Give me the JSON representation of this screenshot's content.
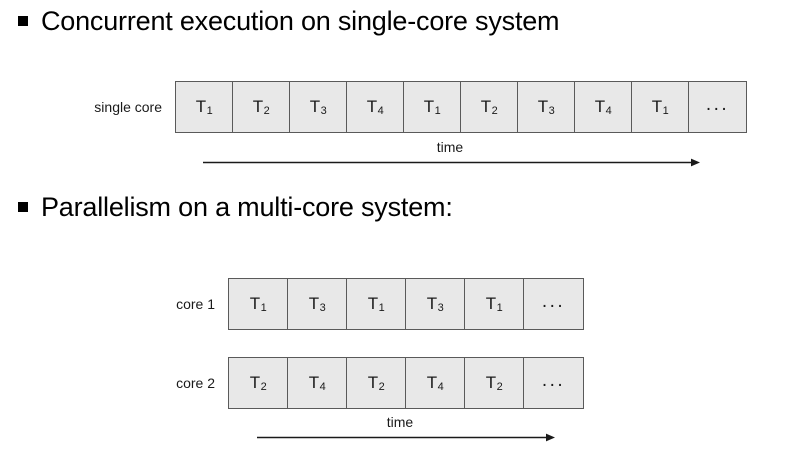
{
  "slide": {
    "background": "#ffffff",
    "text_color": "#000000",
    "cell_fill": "#e8e8e8",
    "cell_border": "#5a5a5a"
  },
  "sections": [
    {
      "heading": "Concurrent execution on single-core system",
      "bullet": "square-bullet"
    },
    {
      "heading": "Parallelism on a multi-core system:",
      "bullet": "square-bullet"
    }
  ],
  "single_core_diagram": {
    "row_label": "single core",
    "cells": [
      {
        "base": "T",
        "sub": "1"
      },
      {
        "base": "T",
        "sub": "2"
      },
      {
        "base": "T",
        "sub": "3"
      },
      {
        "base": "T",
        "sub": "4"
      },
      {
        "base": "T",
        "sub": "1"
      },
      {
        "base": "T",
        "sub": "2"
      },
      {
        "base": "T",
        "sub": "3"
      },
      {
        "base": "T",
        "sub": "4"
      },
      {
        "base": "T",
        "sub": "1"
      },
      {
        "base": "...",
        "sub": ""
      }
    ],
    "axis_label": "time"
  },
  "multi_core_diagram": {
    "rows": [
      {
        "row_label": "core 1",
        "cells": [
          {
            "base": "T",
            "sub": "1"
          },
          {
            "base": "T",
            "sub": "3"
          },
          {
            "base": "T",
            "sub": "1"
          },
          {
            "base": "T",
            "sub": "3"
          },
          {
            "base": "T",
            "sub": "1"
          },
          {
            "base": "...",
            "sub": ""
          }
        ]
      },
      {
        "row_label": "core 2",
        "cells": [
          {
            "base": "T",
            "sub": "2"
          },
          {
            "base": "T",
            "sub": "4"
          },
          {
            "base": "T",
            "sub": "2"
          },
          {
            "base": "T",
            "sub": "4"
          },
          {
            "base": "T",
            "sub": "2"
          },
          {
            "base": "...",
            "sub": ""
          }
        ]
      }
    ],
    "axis_label": "time"
  }
}
